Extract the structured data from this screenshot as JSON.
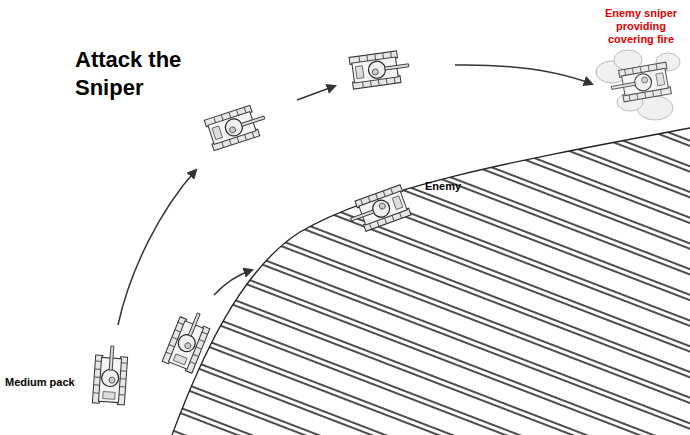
{
  "diagram": {
    "title": "Attack the Sniper",
    "labels": [
      "Medium pack",
      "Enemy",
      "Enemy sniper providing covering fire"
    ]
  }
}
